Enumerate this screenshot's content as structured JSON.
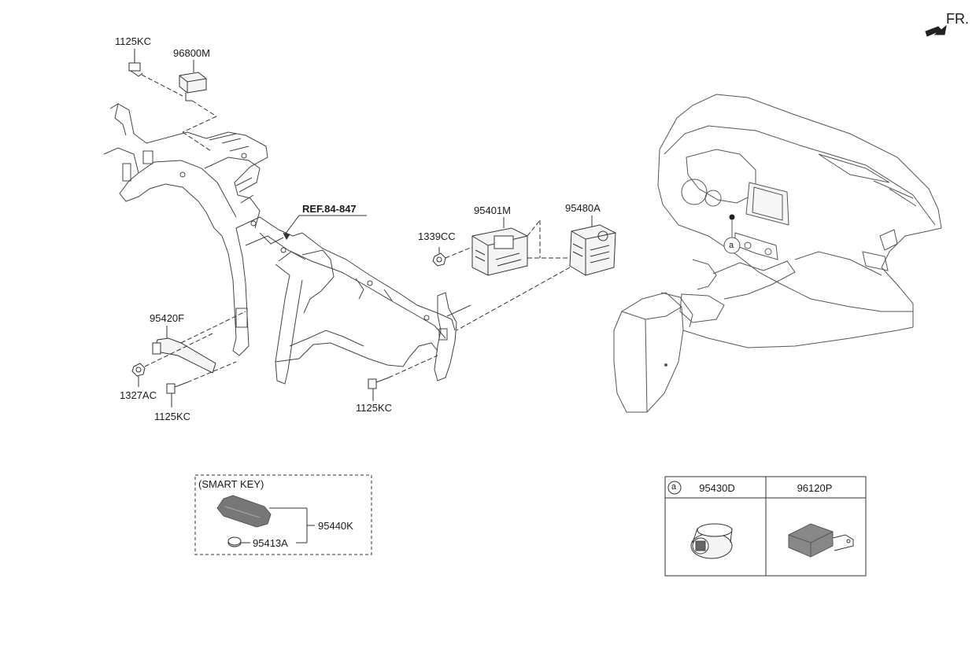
{
  "orientation": {
    "label": "FR."
  },
  "callouts": {
    "p1125kc_top": "1125KC",
    "p96800m": "96800M",
    "ref": "REF.84-847",
    "p95401m": "95401M",
    "p95480a": "95480A",
    "p1339cc": "1339CC",
    "p95420f": "95420F",
    "p1327ac": "1327AC",
    "p1125kc_left": "1125KC",
    "p1125kc_mid": "1125KC",
    "marker_a": "a"
  },
  "smart_key_box": {
    "title": "(SMART KEY)",
    "part_key": "95440K",
    "part_battery": "95413A"
  },
  "detail_box": {
    "marker": "a",
    "col1": "95430D",
    "col2": "96120P"
  }
}
